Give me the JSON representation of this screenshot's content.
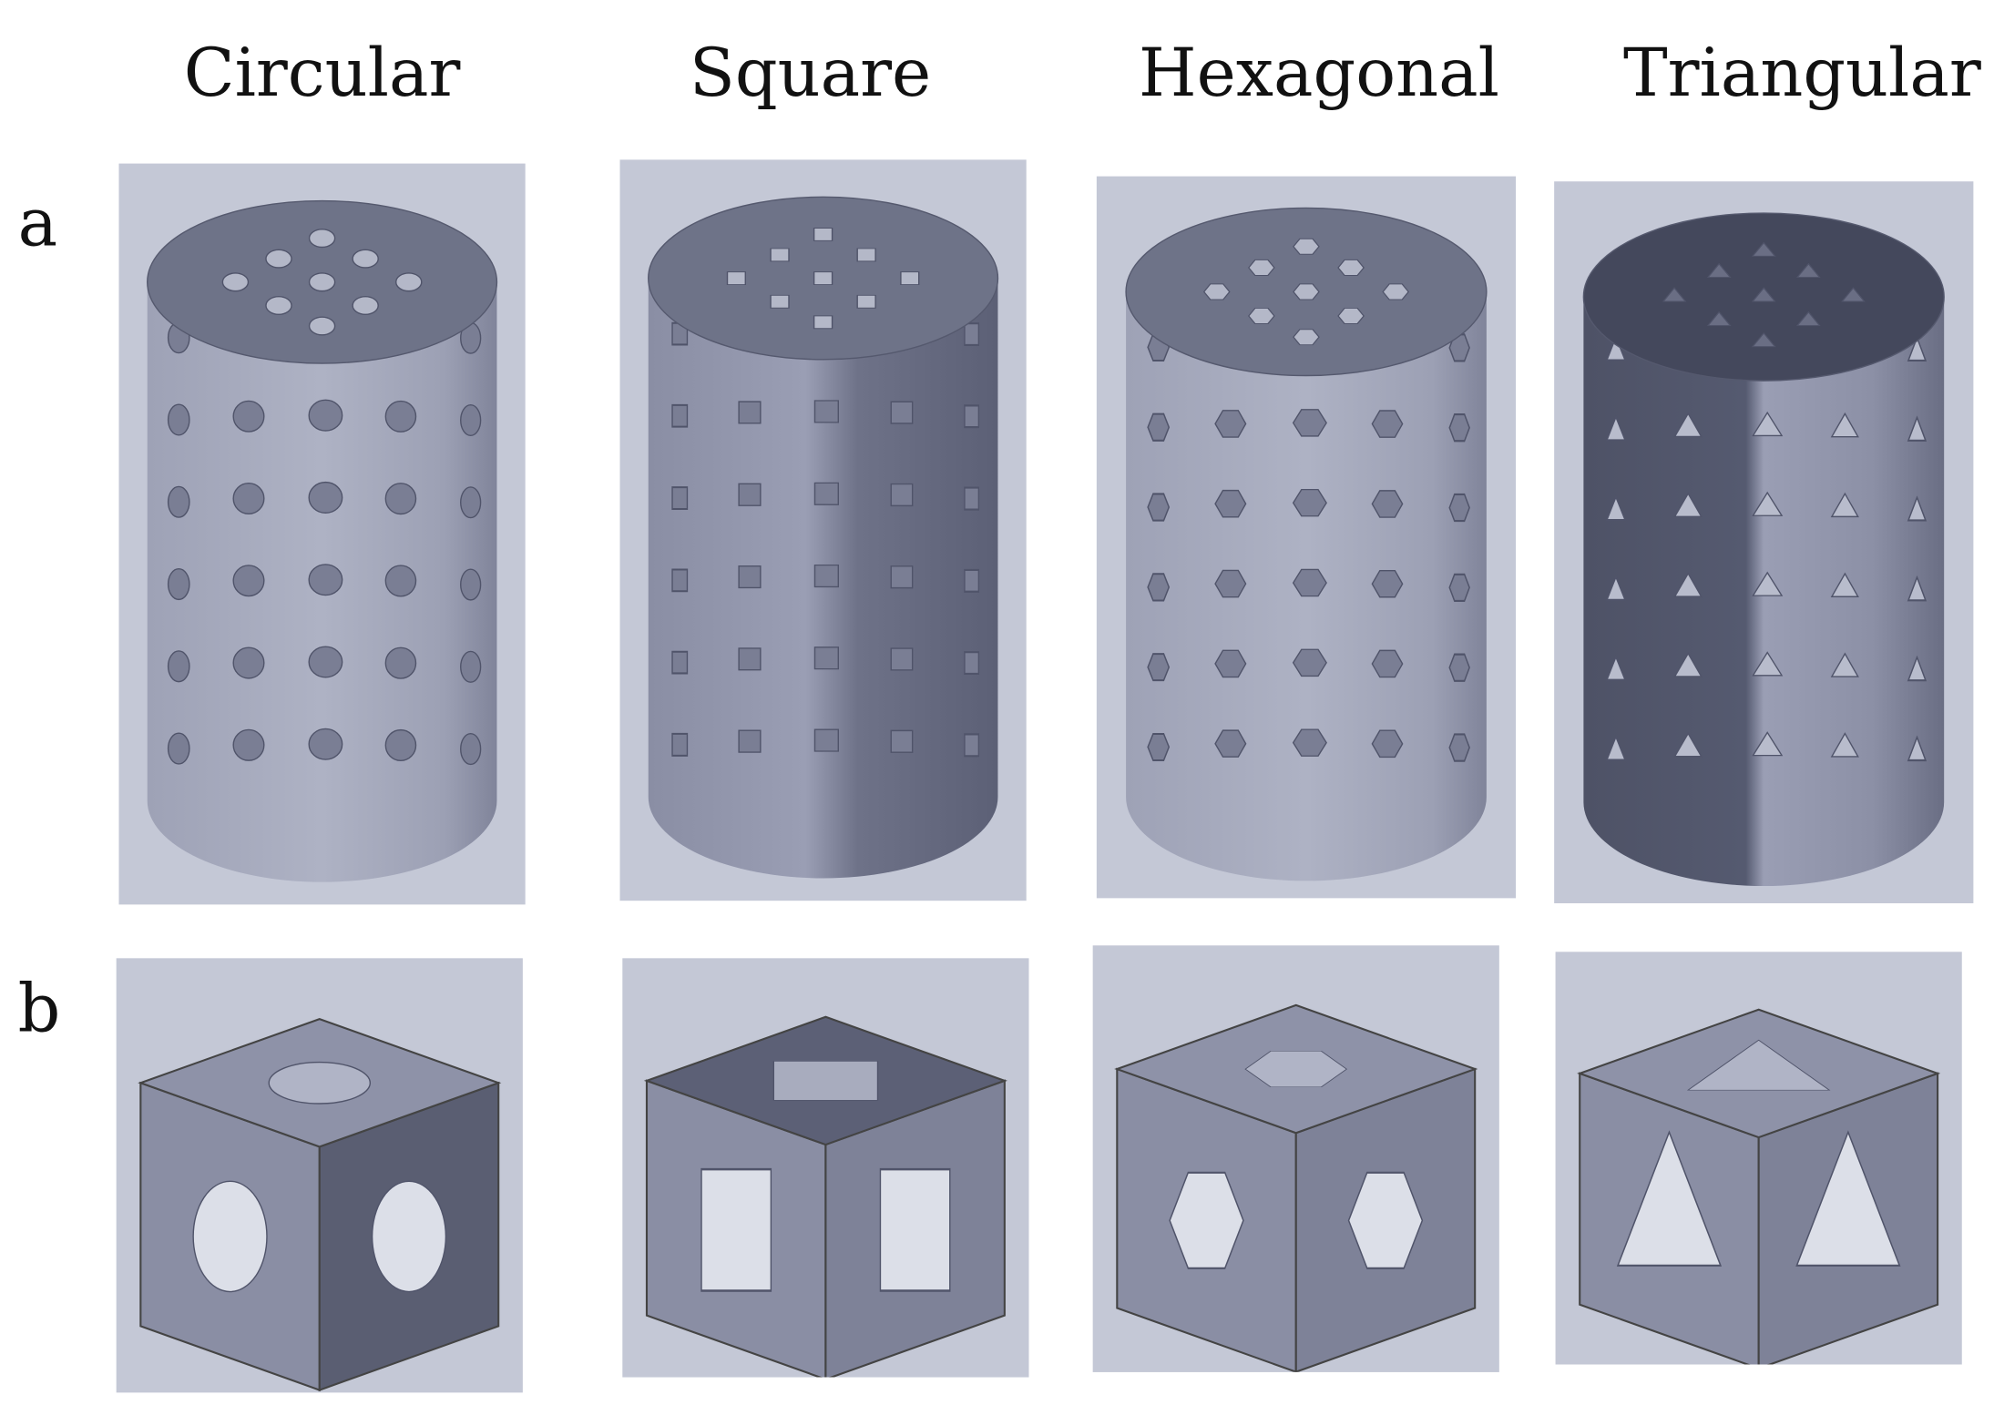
{
  "columns": [
    {
      "title": "Circular"
    },
    {
      "title": "Square"
    },
    {
      "title": "Hexagonal"
    },
    {
      "title": "Triangular"
    }
  ],
  "rows": [
    {
      "label": "a"
    },
    {
      "label": "b"
    }
  ],
  "colors": {
    "background": "#c4c8d6",
    "body_light": "#a4a8bc",
    "body_mid": "#8a8ea4",
    "body_dark": "#60647a",
    "top_face": "#6e7388",
    "hole": "#dcdfe8"
  }
}
